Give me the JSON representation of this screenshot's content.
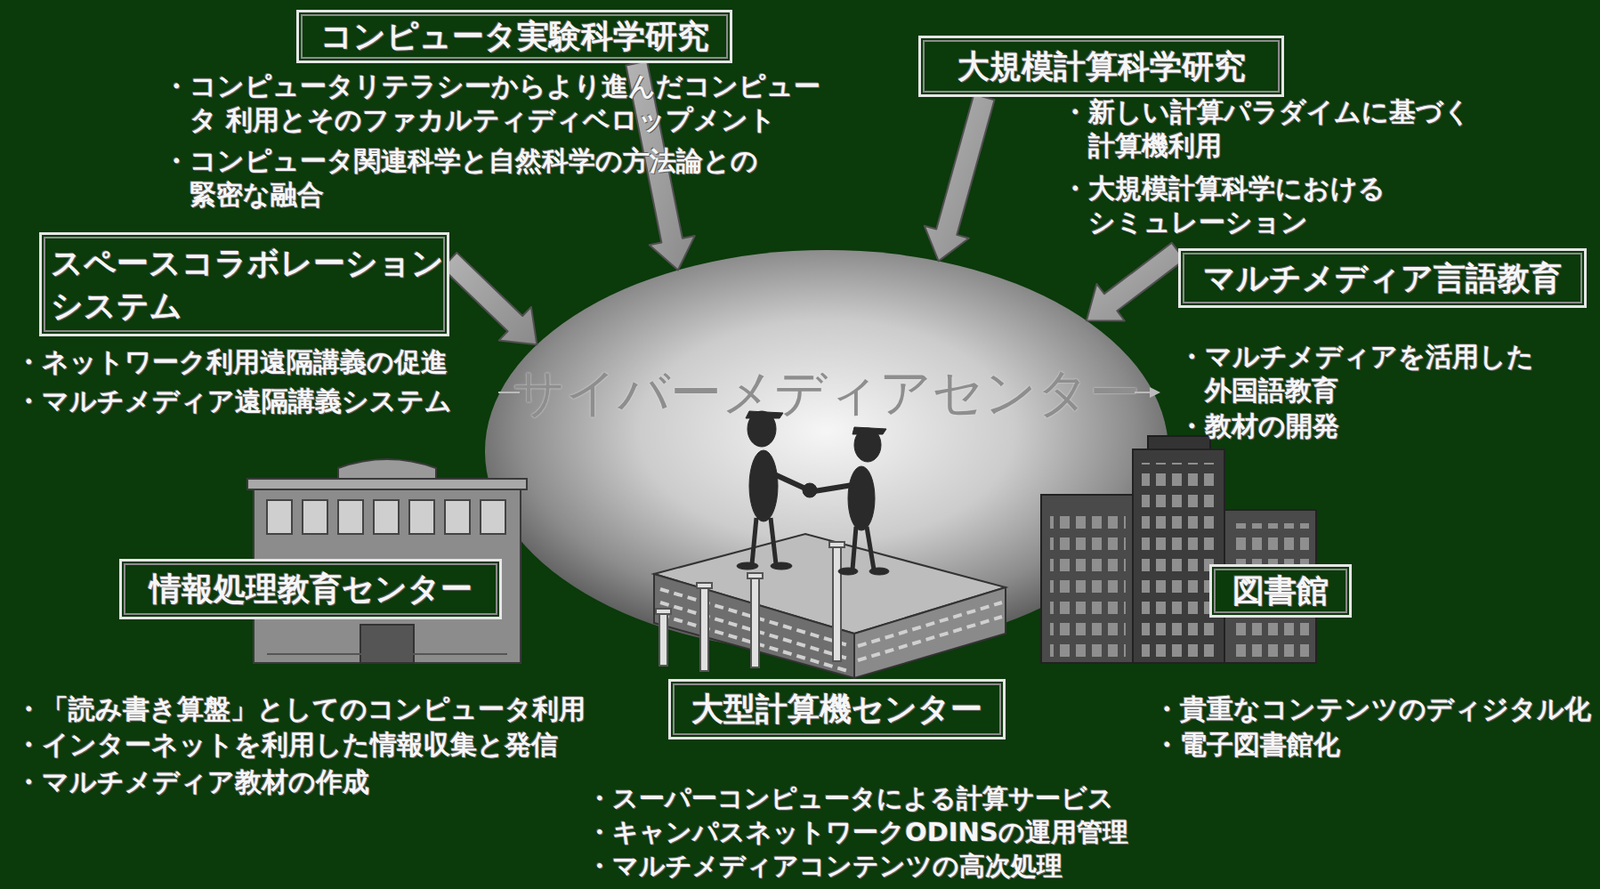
{
  "diagram": {
    "nodes": [
      {
        "text": [
          "コンピュータ実験科学研究",
          "・コンピュータリテラシーからより進んだコンピュータ 利用とそのファカルティディベロップメント",
          "・コンピュータ関連科学と自然科学の方法論との 緊密な融合"
        ]
      },
      {
        "text": [
          "大規模計算科学研究",
          "・新しい計算パラダイムに基づく 計算機利用",
          "・大規模計算科学における シミュレーション"
        ]
      },
      {
        "text": [
          "スペースコラボレーション システム",
          "・ネットワーク利用遠隔講義の促進",
          "・マルチメディア遠隔講義システム"
        ]
      },
      {
        "text": [
          "マルチメディア言語教育",
          "・マルチメディアを活用した 外国語教育",
          "・教材の開発"
        ]
      },
      {
        "text": [
          "サイバーメディアセンター"
        ]
      },
      {
        "text": [
          "情報処理教育センター",
          "・「読み書き算盤」としてのコンピュータ利用",
          "・インターネットを利用した情報収集と発信",
          "・マルチメディア教材の作成"
        ]
      },
      {
        "text": [
          "図書館",
          "・貴重なコンテンツのディジタル化",
          "・電子図書館化"
        ]
      },
      {
        "text": [
          "大型計算機センター",
          "・スーパーコンピュータによる計算サービス",
          "・キャンパスネットワークODINSの運用管理",
          "・マルチメディアコンテンツの高次処理"
        ]
      }
    ],
    "edges": [
      {
        "from": 0,
        "to": 4,
        "arrow": "to"
      },
      {
        "from": 1,
        "to": 4,
        "arrow": "to"
      },
      {
        "from": 2,
        "to": 4,
        "arrow": "to"
      },
      {
        "from": 3,
        "to": 4,
        "arrow": "to"
      }
    ]
  }
}
